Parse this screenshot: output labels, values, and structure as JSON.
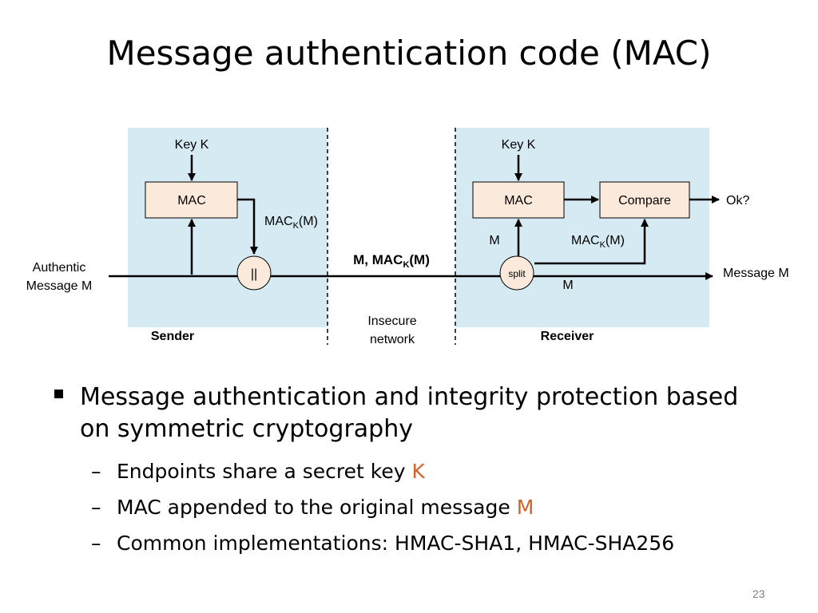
{
  "title": "Message authentication code (MAC)",
  "diagram": {
    "sender": {
      "region_label": "Sender",
      "key_label": "Key K",
      "mac_box_label": "MAC",
      "mac_output_label": "MAC",
      "mac_output_subscript": "K",
      "mac_output_suffix": "(M)",
      "concat_symbol": "||",
      "input_label_line1": "Authentic",
      "input_label_line2": "Message M"
    },
    "channel": {
      "transmitted_prefix": "M, MAC",
      "transmitted_subscript": "K",
      "transmitted_suffix": "(M)",
      "network_label_line1": "Insecure",
      "network_label_line2": "network"
    },
    "receiver": {
      "region_label": "Receiver",
      "key_label": "Key K",
      "mac_box_label": "MAC",
      "compare_box_label": "Compare",
      "result_label": "Ok?",
      "m_label_upper": "M",
      "mac_received_label": "MAC",
      "mac_received_subscript": "K",
      "mac_received_suffix": "(M)",
      "split_label": "split",
      "m_label_lower": "M",
      "output_label": "Message M"
    },
    "colors": {
      "region_fill": "#d5eaf3",
      "box_fill": "#fbe9dc",
      "node_fill": "#fbe9dc"
    }
  },
  "bullets": {
    "main_line1": "Message authentication and integrity protection based",
    "main_line2": "on symmetric cryptography",
    "sub": [
      {
        "text": "Endpoints share a secret key ",
        "highlight": "K"
      },
      {
        "text": "MAC appended to the original message ",
        "highlight": "M"
      },
      {
        "text": "Common implementations: HMAC-SHA1, HMAC-SHA256",
        "highlight": ""
      }
    ],
    "accent_color": "#d0622b"
  },
  "page_number": "23"
}
